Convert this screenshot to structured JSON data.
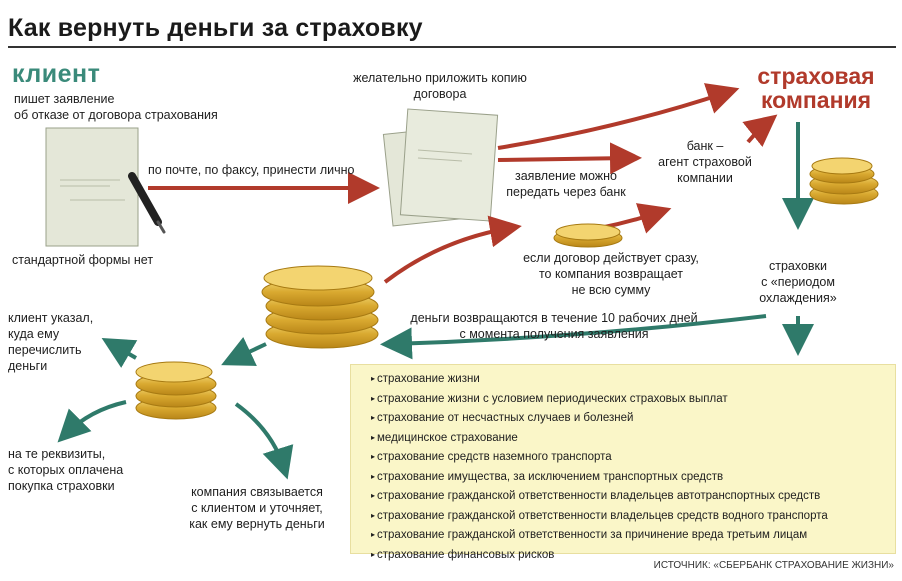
{
  "title": "Как вернуть деньги за страховку",
  "client": {
    "heading": "клиент",
    "statement_line1": "пишет заявление",
    "statement_line2": "об отказе от договора страхования",
    "no_form": "стандартной формы нет"
  },
  "company_line1": "страховая",
  "company_line2": "компания",
  "delivery": "по почте, по факсу, принести лично",
  "attach_line1": "желательно приложить копию",
  "attach_line2": "договора",
  "via_bank_line1": "заявление можно",
  "via_bank_line2": "передать через банк",
  "bank_line1": "банк –",
  "bank_line2": "агент страховой",
  "bank_line3": "компании",
  "contract_line1": "если договор действует сразу,",
  "contract_line2": "то компания возвращает",
  "contract_line3": "не всю сумму",
  "cooling_line1": "страховки",
  "cooling_line2": "с «периодом",
  "cooling_line3": "охлаждения»",
  "return_line1": "деньги возвращаются в течение 10 рабочих дней",
  "return_line2": "с момента получения заявления",
  "client_specified_line1": "клиент указал,",
  "client_specified_line2": "куда ему",
  "client_specified_line3": "перечислить",
  "client_specified_line4": "деньги",
  "details_line1": "на те реквизиты,",
  "details_line2": "с которых оплачена",
  "details_line3": "покупка страховки",
  "contacts_line1": "компания связывается",
  "contacts_line2": "с клиентом и уточняет,",
  "contacts_line3": "как ему вернуть деньги",
  "insurance_types": [
    "страхование жизни",
    "страхование жизни с условием периодических страховых выплат",
    "страхование от несчастных случаев и болезней",
    "медицинское страхование",
    "страхование средств наземного транспорта",
    "страхование имущества, за исключением транспортных средств",
    "страхование гражданской ответственности владельцев автотранспортных средств",
    "страхование гражданской ответственности владельцев средств водного транспорта",
    "страхование гражданской ответственности за причинение вреда третьим лицам",
    "страхование финансовых рисков"
  ],
  "source": "ИСТОЧНИК: «СБЕРБАНК СТРАХОВАНИЕ ЖИЗНИ»",
  "colors": {
    "red_arrow": "#b13a2b",
    "teal_arrow": "#2f7a6a",
    "client_teal": "#3a8a7a",
    "list_bg": "#faf6c8"
  }
}
